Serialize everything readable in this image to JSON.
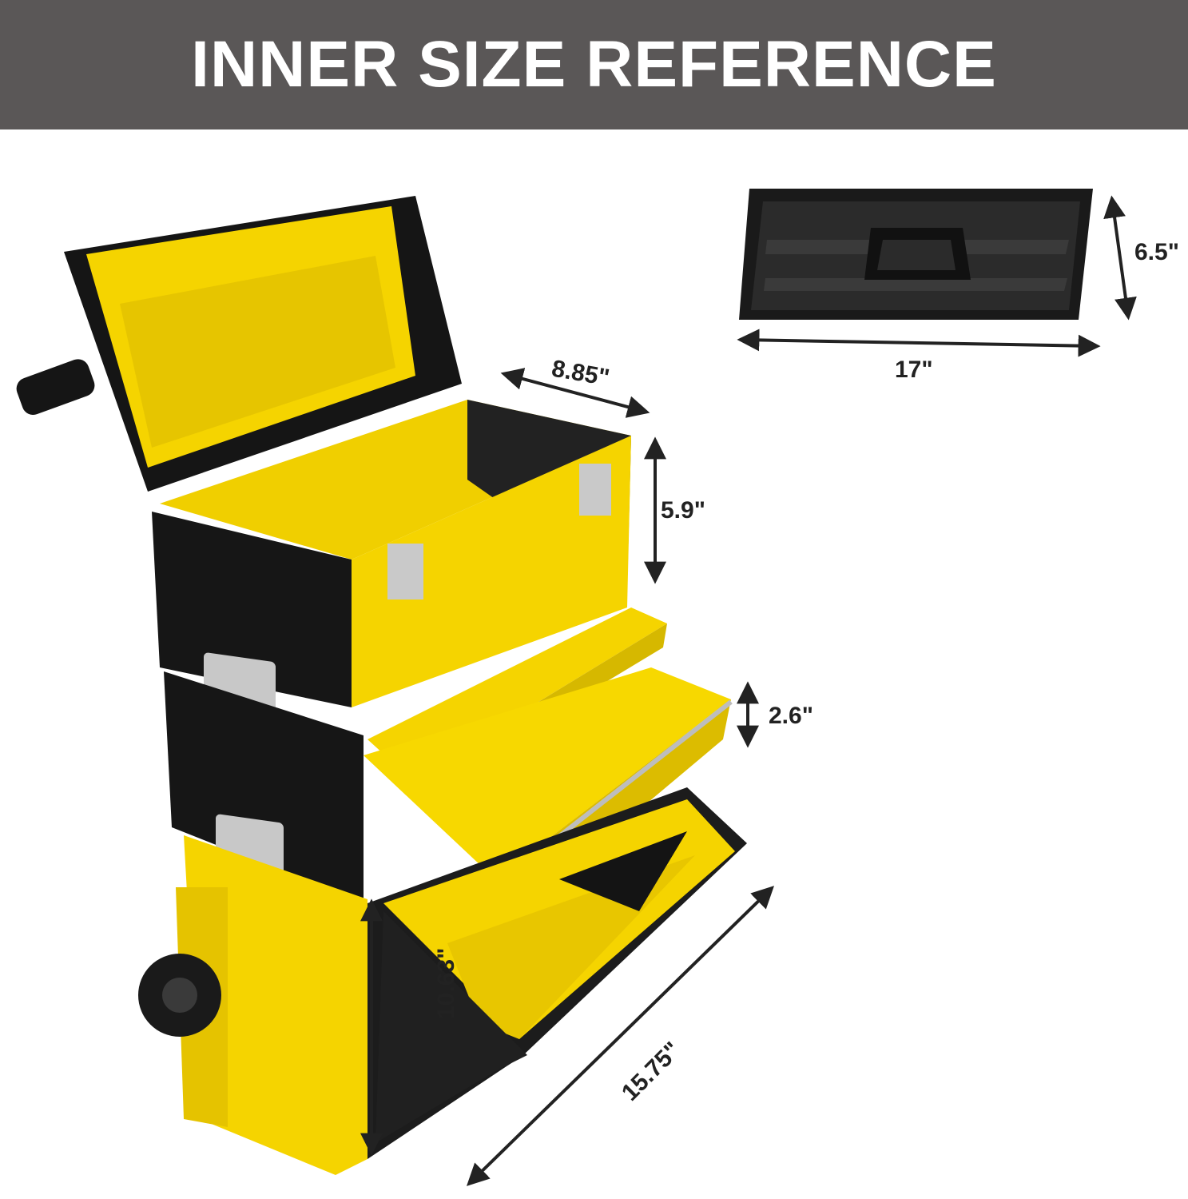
{
  "header": {
    "title": "INNER SIZE REFERENCE"
  },
  "dimensions": {
    "tray_height": "6.5\"",
    "tray_width": "17\"",
    "top_box_depth": "8.85\"",
    "top_box_height": "5.9\"",
    "drawer_height": "2.6\"",
    "bottom_height": "10.63\"",
    "bottom_width": "15.75\""
  },
  "colors": {
    "banner": "#5a5757",
    "toolbox_yellow": "#f5d400",
    "toolbox_black": "#151515",
    "text": "#222222"
  }
}
